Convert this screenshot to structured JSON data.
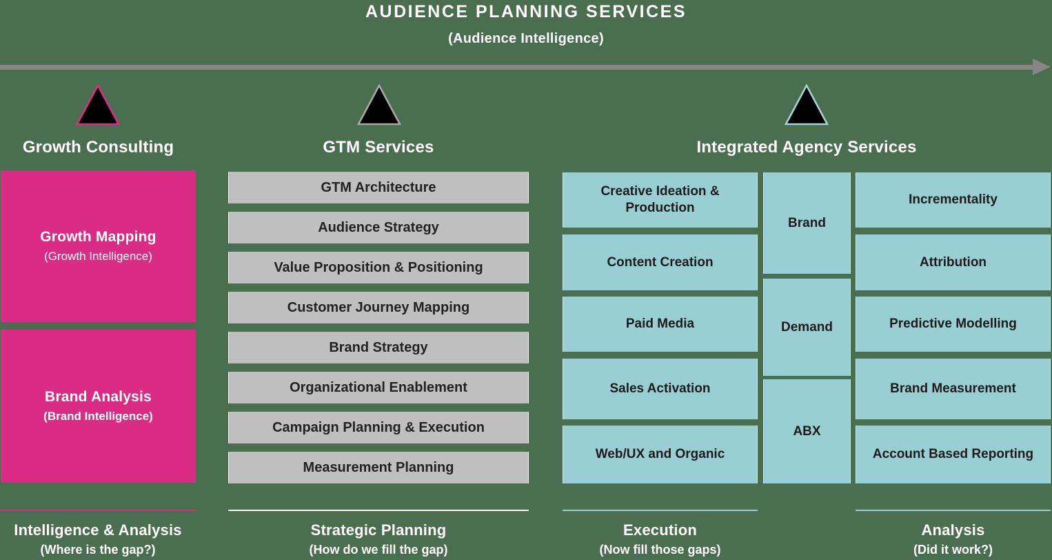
{
  "header": {
    "title": "AUDIENCE PLANNING SERVICES",
    "subtitle": "(Audience Intelligence)"
  },
  "colors": {
    "background": "#4A6E50",
    "pink": "#DB2C83",
    "gray": "#BFBFBF",
    "teal": "#99CED2",
    "arrow_gray": "#868686",
    "triangle_fill": "#000000",
    "triangle_border_pink": "#D92E84",
    "triangle_border_gray": "#A8A8A8",
    "triangle_border_teal": "#A5D3D8"
  },
  "icons": {
    "timeline_arrow": "right-arrow",
    "milestone_markers": [
      "triangle-pink-outline",
      "triangle-gray-outline",
      "triangle-teal-outline"
    ]
  },
  "columns": {
    "growth_consulting": {
      "header": "Growth Consulting",
      "boxes": [
        {
          "title": "Growth Mapping",
          "subtitle": "(Growth Intelligence)"
        },
        {
          "title": "Brand Analysis",
          "subtitle": "(Brand Intelligence)"
        }
      ],
      "footer": {
        "label": "Intelligence & Analysis",
        "sublabel": "(Where is the gap?)"
      }
    },
    "gtm_services": {
      "header": "GTM Services",
      "items": [
        "GTM Architecture",
        "Audience Strategy",
        "Value Proposition & Positioning",
        "Customer Journey Mapping",
        "Brand Strategy",
        "Organizational Enablement",
        "Campaign Planning & Execution",
        "Measurement Planning"
      ],
      "footer": {
        "label": "Strategic Planning",
        "sublabel": "(How do we fill the gap)"
      }
    },
    "integrated_agency": {
      "header": "Integrated Agency Services",
      "execution_items": [
        "Creative Ideation & Production",
        "Content Creation",
        "Paid Media",
        "Sales Activation",
        "Web/UX and Organic"
      ],
      "motion_items": [
        "Brand",
        "Demand",
        "ABX"
      ],
      "analysis_items": [
        "Incrementality",
        "Attribution",
        "Predictive Modelling",
        "Brand Measurement",
        "Account Based Reporting"
      ],
      "execution_footer": {
        "label": "Execution",
        "sublabel": "(Now fill those gaps)"
      },
      "analysis_footer": {
        "label": "Analysis",
        "sublabel": "(Did it work?)"
      }
    }
  }
}
